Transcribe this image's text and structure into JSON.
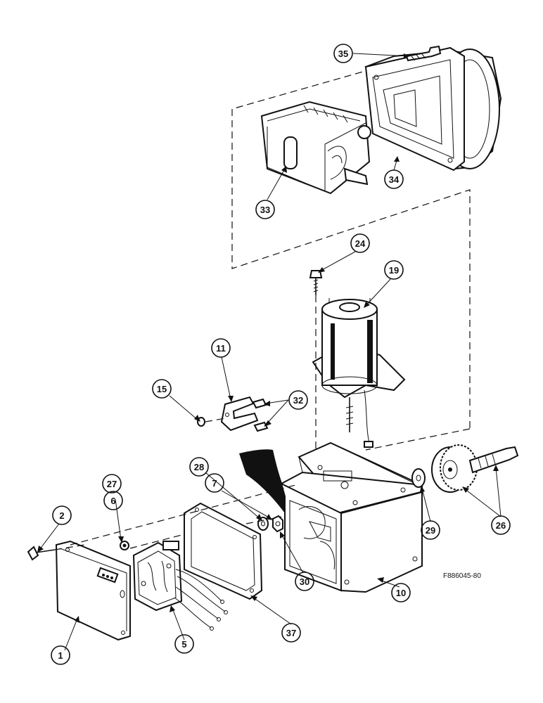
{
  "figure_code": "F886045-80",
  "callouts": {
    "c35": "35",
    "c34": "34",
    "c33": "33",
    "c24": "24",
    "c19": "19",
    "c11": "11",
    "c15": "15",
    "c32": "32",
    "c28": "28",
    "c7": "7",
    "c27": "27",
    "c6": "6",
    "c2": "2",
    "c1": "1",
    "c5": "5",
    "c37": "37",
    "c30": "30",
    "c10": "10",
    "c29": "29",
    "c26": "26"
  }
}
